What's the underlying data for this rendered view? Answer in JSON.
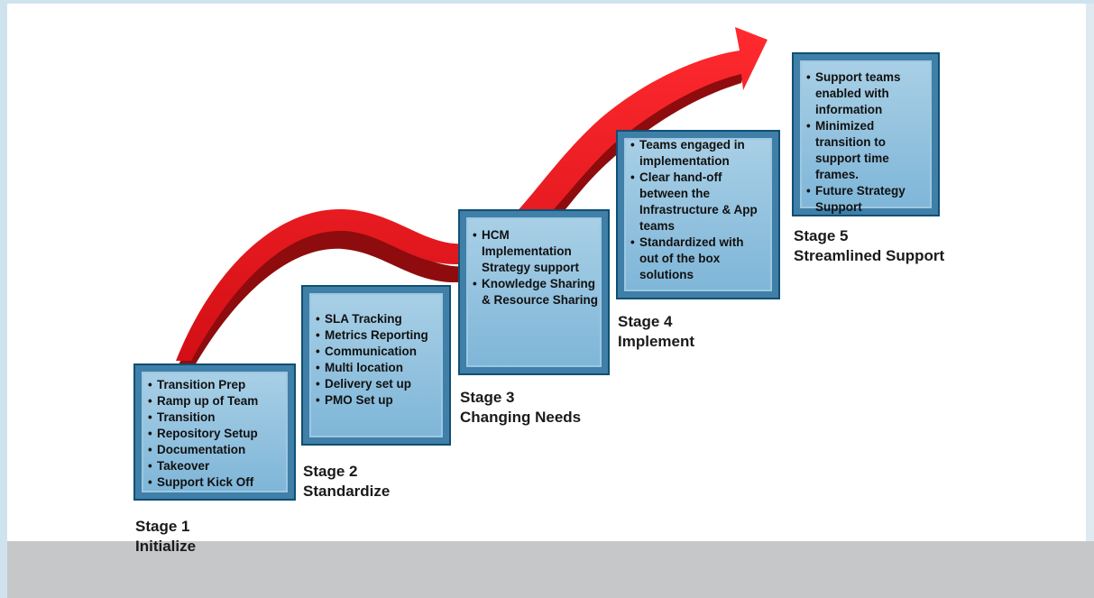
{
  "stages": [
    {
      "label": "Stage 1",
      "name": "Initialize",
      "items": [
        "Transition Prep",
        "Ramp up of Team",
        "Transition",
        "Repository Setup",
        "Documentation",
        "Takeover",
        "Support Kick Off"
      ]
    },
    {
      "label": "Stage 2",
      "name": "Standardize",
      "items": [
        "SLA Tracking",
        "Metrics Reporting",
        "Communication",
        "Multi location",
        "Delivery set up",
        "PMO Set up"
      ]
    },
    {
      "label": "Stage 3",
      "name": "Changing Needs",
      "items": [
        "HCM Implementation Strategy support",
        "Knowledge Sharing & Resource Sharing"
      ]
    },
    {
      "label": "Stage 4",
      "name": "Implement",
      "items": [
        "Teams engaged in implementation",
        "Clear hand-off between the Infrastructure & App teams",
        "Standardized with out of the box solutions"
      ]
    },
    {
      "label": "Stage 5",
      "name": "Streamlined Support",
      "items": [
        "Support teams enabled with information",
        "Minimized transition to support time frames.",
        "Future Strategy Support"
      ]
    }
  ],
  "colors": {
    "arrow": "#e8141b",
    "arrow_shadow": "#8e0c0e",
    "box_face": "#8fc1df",
    "box_border": "#0f4f74"
  },
  "icons": {
    "progress_arrow": "curved-up-arrow-icon"
  }
}
